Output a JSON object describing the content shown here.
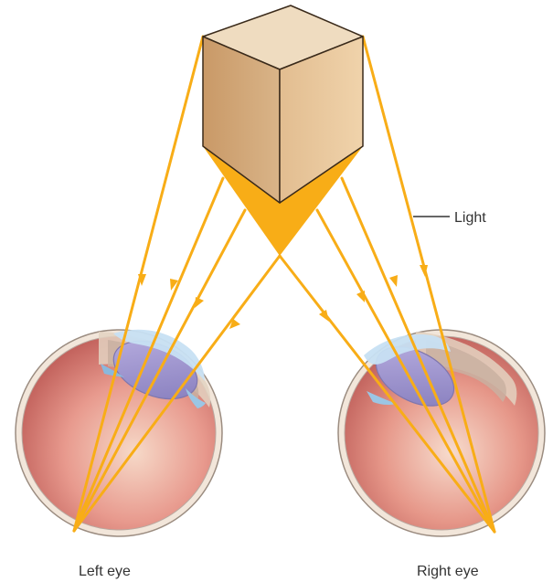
{
  "labels": {
    "light": "Light",
    "left_eye": "Left eye",
    "right_eye": "Right eye"
  },
  "colors": {
    "light_ray": "#f8ad17",
    "cube_front": "#d8b48a",
    "cube_side": "#b88658",
    "cube_top": "#ecd4ae",
    "cube_outline": "#3a2a1a",
    "eye_outer": "#e9dccf",
    "eye_inner": "#c86f6a",
    "lens": "#9b93c8",
    "cornea": "#b7d6ef"
  },
  "icons": [
    "cube-object-icon",
    "left-eye-icon",
    "right-eye-icon"
  ]
}
